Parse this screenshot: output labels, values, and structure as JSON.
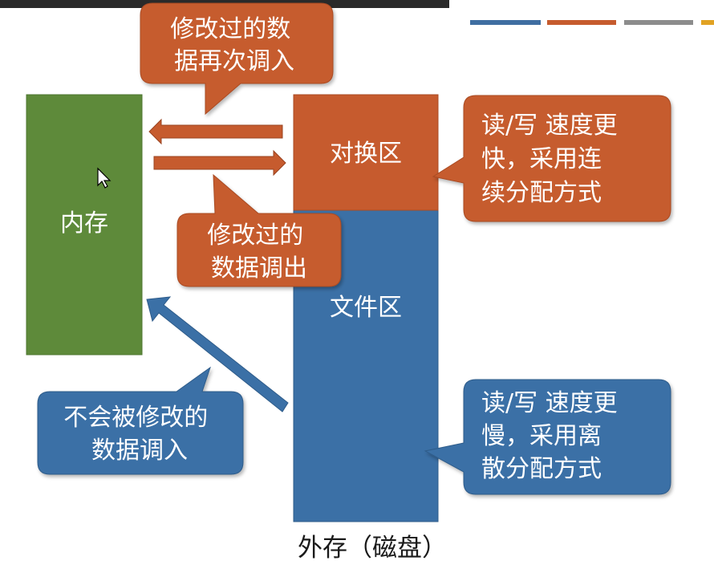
{
  "colors": {
    "memory_green": "#5e8a3a",
    "swap_orange": "#c65b2e",
    "file_blue": "#3b70a6",
    "header_bar_1": "#3f6ea1",
    "header_bar_2": "#c65b2e",
    "header_bar_3": "#8c8c8c",
    "header_bar_4": "#e1a223"
  },
  "blocks": {
    "memory": "内存",
    "swap_area": "对换区",
    "file_area": "文件区",
    "disk_caption": "外存（磁盘）"
  },
  "callouts": {
    "swapin": [
      "修改过的数",
      "据再次调入"
    ],
    "swapout": [
      "修改过的",
      "数据调出"
    ],
    "swap_speed": [
      "读/写 速度更",
      "快，采用连",
      "续分配方式"
    ],
    "file_speed": [
      "读/写 速度更",
      "慢，采用离",
      "散分配方式"
    ],
    "fileload": [
      "不会被修改的",
      "数据调入"
    ]
  }
}
